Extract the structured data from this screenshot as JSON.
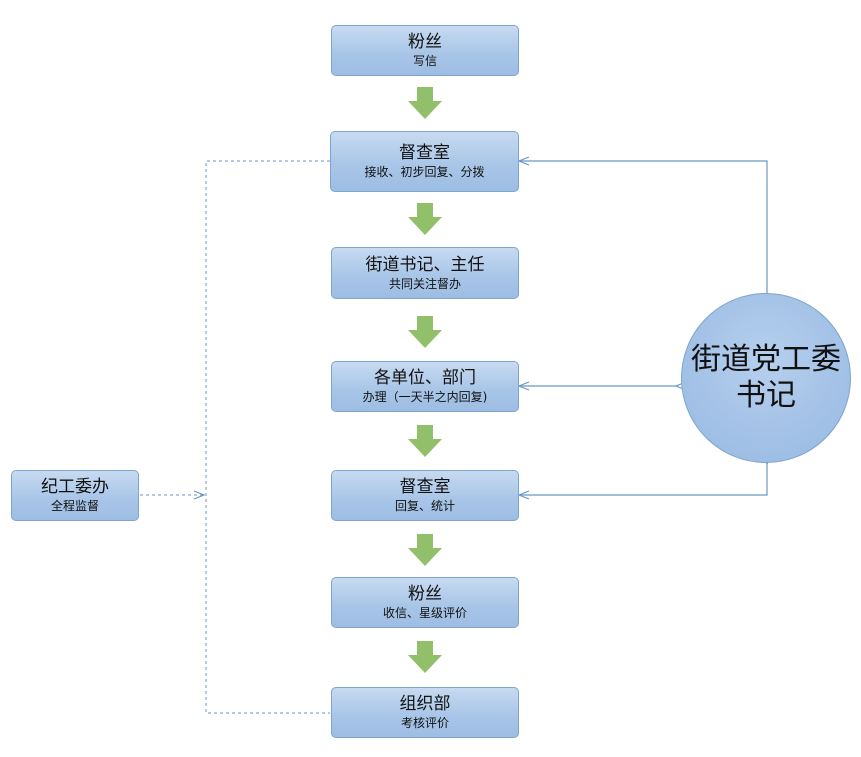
{
  "flow": [
    {
      "title": "粉丝",
      "subtitle": "写信"
    },
    {
      "title": "督查室",
      "subtitle": "接收、初步回复、分拨"
    },
    {
      "title": "街道书记、主任",
      "subtitle": "共同关注督办"
    },
    {
      "title": "各单位、部门",
      "subtitle": "办理（一天半之内回复)"
    },
    {
      "title": "督查室",
      "subtitle": "回复、统计"
    },
    {
      "title": "粉丝",
      "subtitle": "收信、星级评价"
    },
    {
      "title": "组织部",
      "subtitle": "考核评价"
    }
  ],
  "side_node": {
    "title": "纪工委办",
    "subtitle": "全程监督"
  },
  "circle_node": {
    "label": "街道党工委书记"
  },
  "colors": {
    "box_fill": "#a9c6e8",
    "box_border": "#7fa5cf",
    "flow_arrow": "#92c06a",
    "connector": "#6a96c9"
  }
}
